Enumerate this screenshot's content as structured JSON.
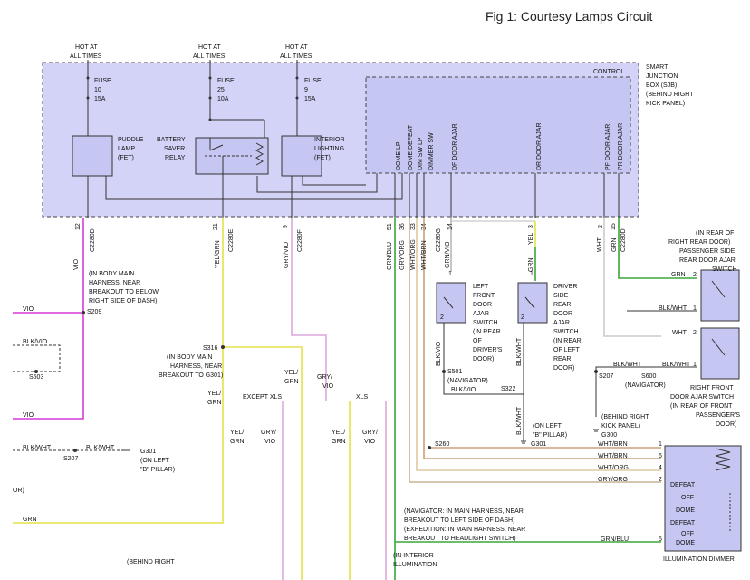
{
  "title": "Fig 1: Courtesy Lamps Circuit",
  "sjb": {
    "label": [
      "SMART",
      "JUNCTION",
      "BOX (SJB)",
      "(BEHIND RIGHT",
      "KICK PANEL)"
    ],
    "control": "CONTROL"
  },
  "hot": [
    "HOT AT",
    "ALL TIMES"
  ],
  "fuses": [
    {
      "name": "FUSE",
      "num": "10",
      "amp": "15A"
    },
    {
      "name": "FUSE",
      "num": "25",
      "amp": "10A"
    },
    {
      "name": "FUSE",
      "num": "9",
      "amp": "15A"
    }
  ],
  "modules": {
    "puddle": [
      "PUDDLE",
      "LAMP",
      "(FET)"
    ],
    "saver": [
      "BATTERY",
      "SAVER",
      "RELAY"
    ],
    "interior": [
      "INTERIOR",
      "LIGHTING",
      "(FET)"
    ]
  },
  "control_pins": [
    "DOME LP",
    "DOME DEFEAT",
    "DIM SW LP",
    "DIMMER SW",
    "DF DOOR AJAR",
    "DR DOOR AJAR",
    "PF DOOR AJAR",
    "PR DOOR AJAR"
  ],
  "pins": {
    "p12": "12",
    "c2280d": "C2280D",
    "p21": "21",
    "c2280e": "C2280E",
    "p9": "9",
    "c2280f": "C2280F",
    "p51": "51",
    "p36": "36",
    "p33": "33",
    "p34": "34",
    "p14": "14",
    "c2280g": "C2280G",
    "p3": "3",
    "p2": "2",
    "p15": "15",
    "c2280d2": "C2280D"
  },
  "wires": {
    "vio": "VIO",
    "yelgrn": "YEL/GRN",
    "gryvio": "GRY/VIO",
    "grnblu": "GRN/BLU",
    "gryorg": "GRY/ORG",
    "whtorg": "WHT/ORG",
    "whtbrn": "WHT/BRN",
    "grnvio": "GRN/VIO",
    "yel": "YEL",
    "grn": "GRN",
    "wht": "WHT",
    "blkvio": "BLK/VIO",
    "blkwht": "BLK/WHT",
    "yel2": "YEL/",
    "grn2": "GRN",
    "gry2": "GRY/",
    "vio2": "VIO"
  },
  "notes": {
    "s209": [
      "(IN BODY MAIN",
      "HARNESS, NEAR",
      "BREAKOUT TO BELOW",
      "RIGHT SIDE OF DASH)"
    ],
    "s209_id": "S209",
    "s503": "S503",
    "s316_id": "S316",
    "s316": [
      "(IN BODY MAIN",
      "HARNESS, NEAR",
      "BREAKOUT TO G301)"
    ],
    "except_xls": "EXCEPT XLS",
    "xls": "XLS",
    "g301_id": "G301",
    "g301": [
      "(ON LEFT",
      "\"B\" PILLAR)"
    ],
    "s207": "S207",
    "or": "OR)",
    "behind_right": "(BEHIND RIGHT",
    "lf_switch": [
      "LEFT",
      "FRONT",
      "DOOR",
      "AJAR",
      "SWITCH",
      "(IN REAR",
      "OF",
      "DRIVER'S",
      "DOOR)"
    ],
    "dr_switch": [
      "DRIVER",
      "SIDE",
      "REAR",
      "DOOR",
      "AJAR",
      "SWITCH",
      "(IN REAR",
      "OF LEFT",
      "REAR",
      "DOOR)"
    ],
    "s501": [
      "S501",
      "(NAVIGATOR)"
    ],
    "s322": "S322",
    "g301b": [
      "(ON LEFT",
      "\"B\" PILLAR)"
    ],
    "g301b_id": "G301",
    "s260": "S260",
    "nav_note": [
      "(NAVIGATOR: IN MAIN HARNESS, NEAR",
      "BREAKOUT TO LEFT SIDE OF DASH)",
      "(EXPEDITION: IN MAIN HARNESS, NEAR",
      "BREAKOUT TO HEADLIGHT SWITCH)"
    ],
    "in_interior": [
      "(IN INTERIOR",
      "ILLUMINATION"
    ],
    "rr_switch": [
      "(IN REAR OF",
      "RIGHT REAR DOOR)",
      "PASSENGER SIDE",
      "REAR DOOR AJAR",
      "SWITCH"
    ],
    "rf_switch": [
      "RIGHT FRONT",
      "DOOR AJAR SWITCH",
      "(IN REAR OF FRONT",
      "PASSENGER'S",
      "DOOR)"
    ],
    "s600": [
      "S600",
      "(NAVIGATOR)"
    ],
    "s207b": "S207",
    "g300": [
      "(BEHIND RIGHT",
      "KICK PANEL)"
    ],
    "g300_id": "G300",
    "dimmer": "ILLUMINATION DIMMER",
    "defeat": "DEFEAT",
    "off": "OFF",
    "dome": "DOME",
    "defeat2": "DEFEAT",
    "off2": "OFF",
    "dome2": "DOME"
  }
}
